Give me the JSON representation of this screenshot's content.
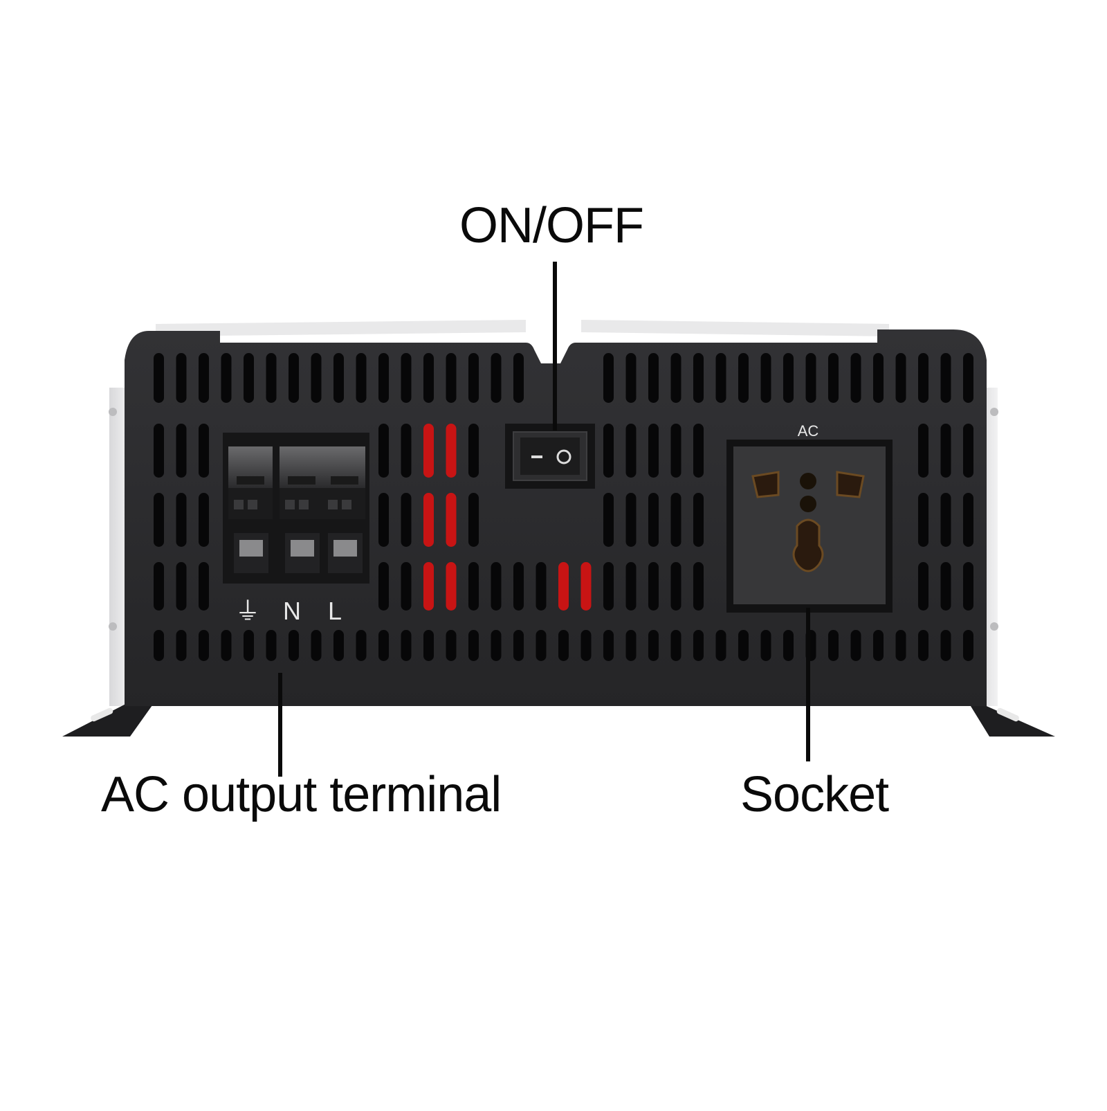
{
  "callouts": {
    "on_off": "ON/OFF",
    "ac_output_terminal": "AC output terminal",
    "socket": "Socket"
  },
  "device": {
    "terminal_labels": [
      "⏚",
      "N",
      "L"
    ],
    "socket_label": "AC"
  },
  "colors": {
    "panel": "#2b2b2d",
    "background": "#ffffff",
    "leader_line": "#0a0a0a",
    "internal_red": "#c81414"
  },
  "icons": {
    "switch": "rocker-switch-icon",
    "socket": "universal-socket-icon",
    "ground": "ground-symbol-icon"
  }
}
